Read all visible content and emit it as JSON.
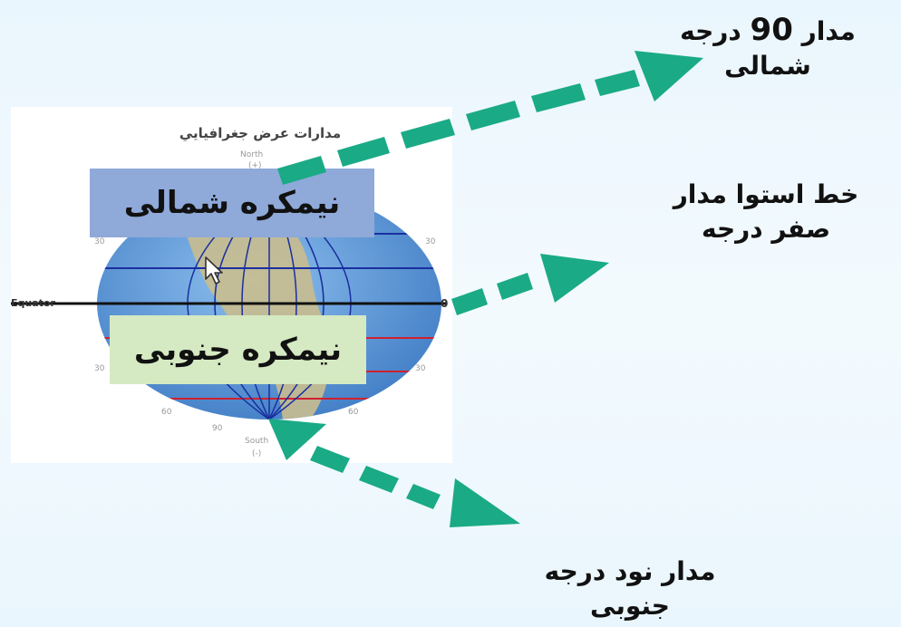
{
  "panel": {
    "title": "مدارات عرض جغرافيايي",
    "equator_label": "Equator",
    "zero_label": "0",
    "north_label": "North",
    "north_sign": "(+)",
    "south_label": "South",
    "south_sign": "(-)",
    "latitude_marks": [
      "30",
      "30",
      "30",
      "30",
      "60",
      "60",
      "90"
    ]
  },
  "hemispheres": {
    "north": "نیمکره شمالی",
    "south": "نیمکره جنوبی"
  },
  "annotations": {
    "north_pole_line1_word": "مدار",
    "north_pole_line1_number": "90",
    "north_pole_line1_unit": "درجه",
    "north_pole_line2": "شمالی",
    "equator_line1": "خط استوا مدار",
    "equator_line2": "صفر درجه",
    "south_pole_line1": "مدار نود درجه",
    "south_pole_line2": "جنوبی"
  },
  "colors": {
    "arrow": "#1aaa86",
    "north_box": "#8fa9d9",
    "south_box": "#d5e9c2",
    "globe_ocean": "#4f8fd6",
    "globe_land": "#c8b98a",
    "grid_blue": "#1a2fa0",
    "grid_red": "#d02030"
  }
}
